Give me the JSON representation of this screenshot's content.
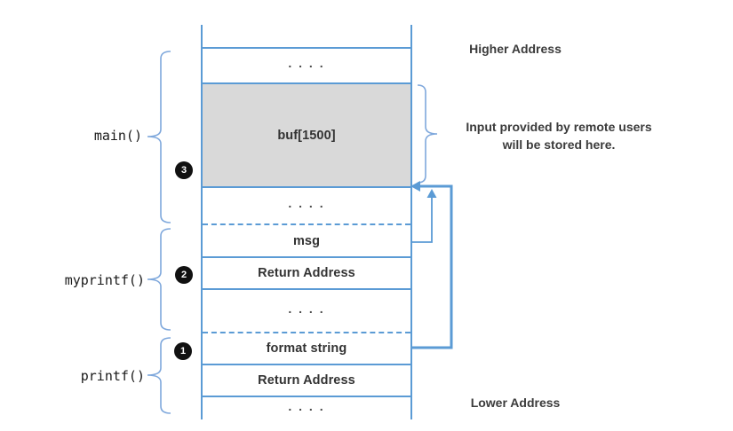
{
  "function_frames": [
    {
      "label": "main()",
      "badge": "3"
    },
    {
      "label": "myprintf()",
      "badge": "2"
    },
    {
      "label": "printf()",
      "badge": "1"
    }
  ],
  "stack": {
    "cells": [
      {
        "label": ". . . ."
      },
      {
        "label": "buf[1500]"
      },
      {
        "label": ". . . ."
      },
      {
        "label": "msg"
      },
      {
        "label": "Return Address"
      },
      {
        "label": ". . . ."
      },
      {
        "label": "format string"
      },
      {
        "label": "Return Address"
      },
      {
        "label": ". . . ."
      }
    ]
  },
  "annotations": {
    "higher_address": "Higher Address",
    "lower_address": "Lower Address",
    "input_note_line1": "Input provided by remote users",
    "input_note_line2": "will be stored here."
  },
  "colors": {
    "line_blue": "#5B9BD5",
    "brace_blue": "#7FA8DC",
    "buf_fill": "#D9D9D9",
    "badge_bg": "#111111"
  }
}
